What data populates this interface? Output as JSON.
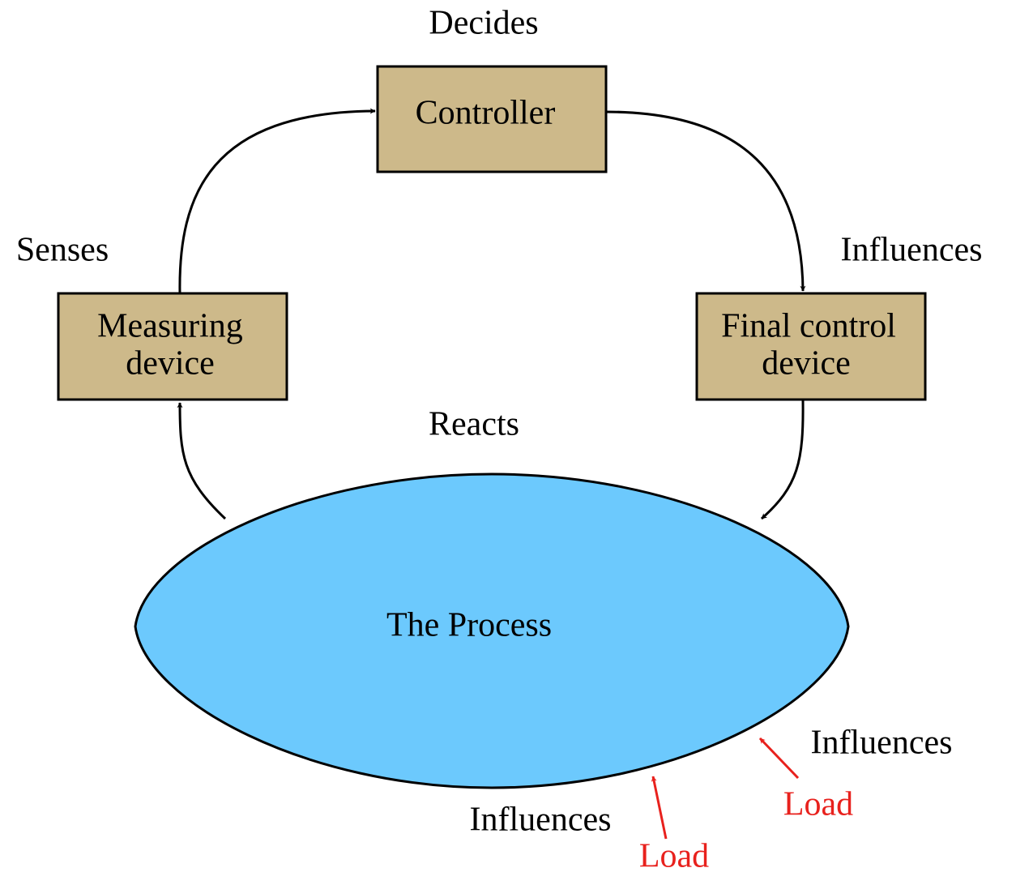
{
  "colors": {
    "box_fill": "#CDB98A",
    "process_fill": "#6CC9FD",
    "stroke": "#000000",
    "load": "#E8211D",
    "background": "#FFFFFF"
  },
  "nodes": {
    "controller": {
      "label": "Controller"
    },
    "measuring_device": {
      "line1": "Measuring",
      "line2": "device"
    },
    "final_control_device": {
      "line1": "Final control",
      "line2": "device"
    },
    "process": {
      "label": "The Process"
    }
  },
  "edge_labels": {
    "decides": "Decides",
    "senses": "Senses",
    "influences_top": "Influences",
    "reacts": "Reacts",
    "influences_right_load": "Influences",
    "influences_bottom_load": "Influences"
  },
  "loads": {
    "right": "Load",
    "bottom": "Load"
  }
}
